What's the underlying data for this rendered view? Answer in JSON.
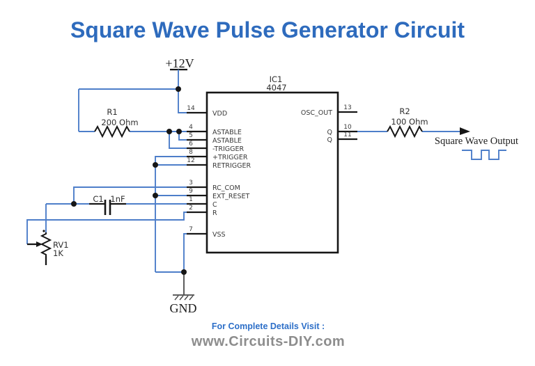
{
  "title": "Square Wave Pulse Generator Circuit",
  "power": {
    "label": "+12V"
  },
  "ground": {
    "label": "GND"
  },
  "ic": {
    "ref": "IC1",
    "part": "4047",
    "left_pins": [
      {
        "number": "14",
        "name": "VDD"
      },
      {
        "number": "4",
        "name": "ASTABLE"
      },
      {
        "number": "5",
        "name": "ASTABLE"
      },
      {
        "number": "6",
        "name": "-TRIGGER"
      },
      {
        "number": "8",
        "name": "+TRIGGER"
      },
      {
        "number": "12",
        "name": "RETRIGGER"
      },
      {
        "number": "3",
        "name": "RC_COM"
      },
      {
        "number": "9",
        "name": "EXT_RESET"
      },
      {
        "number": "1",
        "name": "C"
      },
      {
        "number": "2",
        "name": "R"
      },
      {
        "number": "7",
        "name": "VSS"
      }
    ],
    "right_pins": [
      {
        "number": "13",
        "name": "OSC_OUT"
      },
      {
        "number": "10",
        "name": "Q"
      },
      {
        "number": "11",
        "name": "Q"
      }
    ]
  },
  "components": {
    "r1": {
      "ref": "R1",
      "value": "200 Ohm"
    },
    "r2": {
      "ref": "R2",
      "value": "100 Ohm"
    },
    "c1": {
      "ref": "C1",
      "value": "1nF"
    },
    "rv1": {
      "ref": "RV1",
      "value": "1K"
    }
  },
  "output": {
    "label": "Square Wave Output"
  },
  "footer": {
    "line1": "For Complete Details Visit :",
    "line2": "www.Circuits-DIY.com"
  },
  "colors": {
    "title_blue": "#2e6bbd",
    "wire_blue": "#4d7ec9",
    "ink": "#161616",
    "pin_text": "#3a3a3a",
    "footer_blue": "#2d6fc8",
    "footer_gray": "#8d8d8d"
  }
}
